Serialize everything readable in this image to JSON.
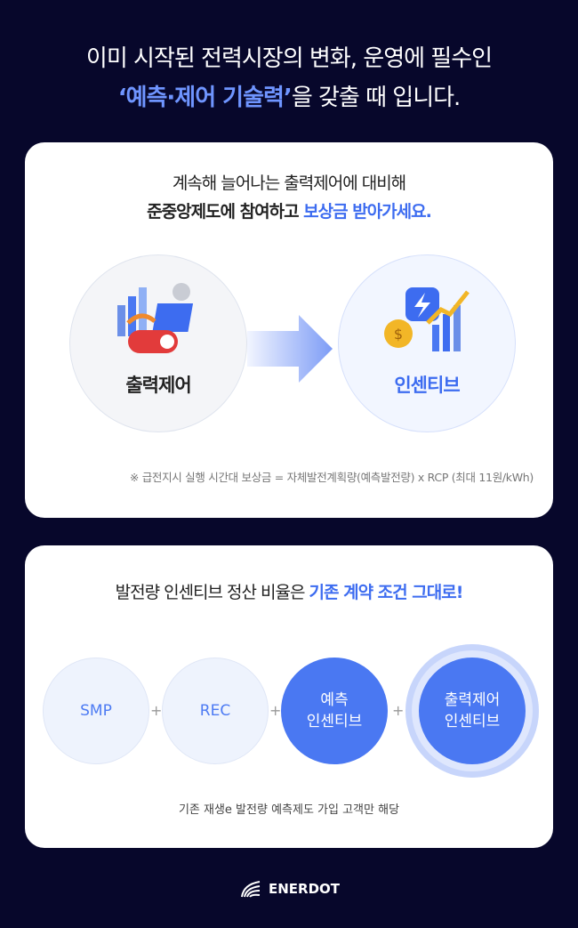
{
  "headline": {
    "line1": "이미 시작된 전력시장의 변화, 운영에 필수인",
    "line2_highlight": "‘예측·제어 기술력’",
    "line2_rest": "을 갖출 때 입니다."
  },
  "card1": {
    "line1": "계속해 늘어나는 출력제어에 대비해",
    "line2_bold": "준중앙제도에 참여하고 ",
    "line2_blue": "보상금 받아가세요.",
    "left_label": "출력제어",
    "right_label": "인센티브",
    "note": "※ 급전지시 실행 시간대 보상금 = 자체발전계획량(예측발전량) x RCP (최대 11원/kWh)"
  },
  "card2": {
    "title": "발전량 인센티브 정산 비율은 ",
    "title_blue": "기존 계약 조건 그대로!",
    "items": [
      "SMP",
      "REC",
      "예측\n인센티브",
      "출력제어\n인센티브"
    ],
    "plus": "+",
    "note": "기존 재생e 발전량 예측제도 가입 고객만 해당"
  },
  "logo": {
    "text": "ENERDOT"
  },
  "colors": {
    "bg": "#07072b",
    "accent": "#4a78f2"
  }
}
